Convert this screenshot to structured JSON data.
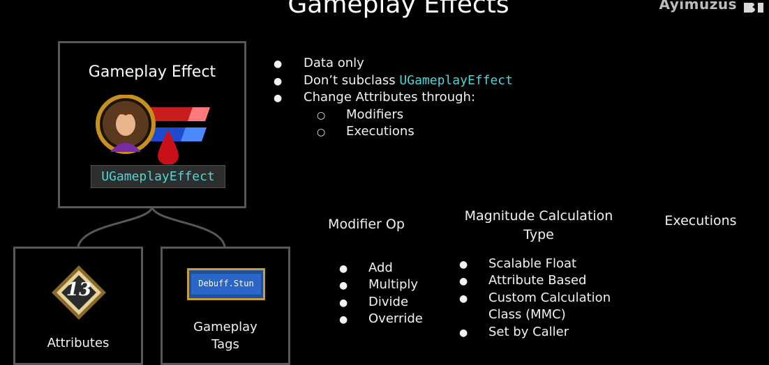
{
  "slide": {
    "title": "Gameplay Effects",
    "watermark": "Ayimuzus"
  },
  "gameplay_effect_box": {
    "title": "Gameplay Effect",
    "class_label": "UGameplayEffect"
  },
  "top_bullets": {
    "item1": "Data only",
    "item2_prefix": "Don’t subclass ",
    "item2_code": "UGameplayEffect",
    "item3": "Change Attributes through:",
    "sub1": "Modifiers",
    "sub2": "Executions"
  },
  "attributes_box": {
    "badge_number": "13",
    "label": "Attributes"
  },
  "tags_box": {
    "tag_text": "Debuff.Stun",
    "label_line1": "Gameplay",
    "label_line2": "Tags"
  },
  "modifier_op": {
    "heading": "Modifier Op",
    "items": [
      "Add",
      "Multiply",
      "Divide",
      "Override"
    ]
  },
  "magnitude": {
    "heading_line1": "Magnitude Calculation",
    "heading_line2": "Type",
    "items": [
      "Scalable Float",
      "Attribute Based",
      "Custom Calculation",
      "Class (MMC)",
      "Set by Caller"
    ]
  },
  "executions": {
    "heading": "Executions"
  },
  "colors": {
    "background": "#000000",
    "box_border": "#585858",
    "code_cyan": "#4fd6d6",
    "badge_gold": "#c79a3a",
    "tag_blue": "#2a66c7"
  }
}
